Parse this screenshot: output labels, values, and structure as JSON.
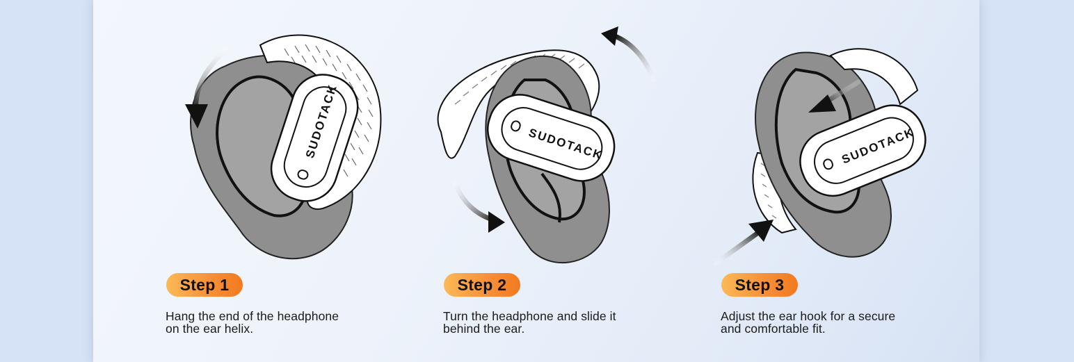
{
  "steps": [
    {
      "badge": "Step 1",
      "line1": "Hang the end of the headphone",
      "line2": "on the ear helix.",
      "brand": "SUDOTACK"
    },
    {
      "badge": "Step 2",
      "line1": "Turn the headphone and slide it",
      "line2": "behind the ear.",
      "brand": "SUDOTACK"
    },
    {
      "badge": "Step 3",
      "line1": "Adjust the ear hook for a secure",
      "line2": "and comfortable fit.",
      "brand": "SUDOTACK"
    }
  ],
  "colors": {
    "badge_start": "#fbb957",
    "badge_end": "#f27a1f",
    "ear_gray": "#8f8f8f",
    "background": "#e8eef9"
  },
  "icons": [
    "rotate-arrow-icon",
    "slide-arrow-icon",
    "push-arrow-icon"
  ]
}
